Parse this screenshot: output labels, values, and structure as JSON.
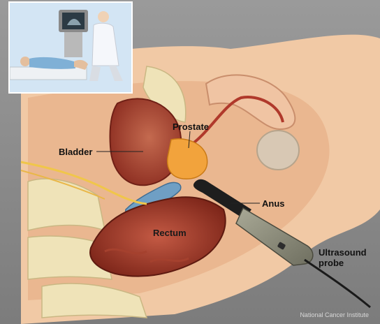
{
  "labels": {
    "prostate": "Prostate",
    "bladder": "Bladder",
    "anus": "Anus",
    "rectum": "Rectum",
    "probe_line1": "Ultrasound",
    "probe_line2": "probe"
  },
  "credit": "National Cancer Institute",
  "colors": {
    "background": "#8a8a8a",
    "skin": "#f1c9a5",
    "muscle": "#b24a35",
    "prostate": "#f2a33c",
    "bone": "#efe3b8",
    "probe_handle": "#8f8f7c"
  },
  "inset": {
    "icons": [
      "ultrasound-monitor-icon",
      "doctor-icon",
      "patient-icon",
      "exam-bed-icon"
    ]
  }
}
